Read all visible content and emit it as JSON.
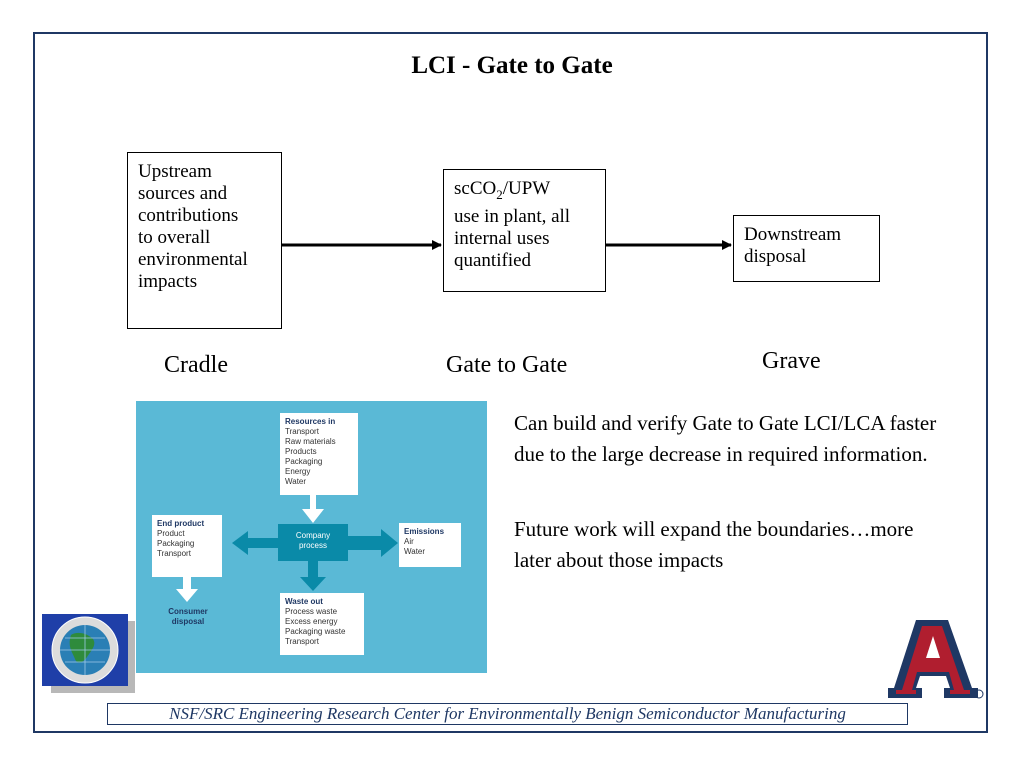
{
  "title": "LCI - Gate to Gate",
  "boxes": {
    "upstream": [
      "Upstream",
      "sources and",
      "contributions",
      "to overall",
      "environmental",
      "impacts"
    ],
    "plant": {
      "line1_prefix": "scCO",
      "line1_sub": "2",
      "line1_suffix": "/UPW",
      "lines": [
        "use in plant, all",
        "internal uses",
        "quantified"
      ]
    },
    "downstream": [
      "Downstream",
      "disposal"
    ]
  },
  "stages": {
    "cradle": "Cradle",
    "gate": "Gate to Gate",
    "grave": "Grave"
  },
  "flow": {
    "resources_title": "Resources in",
    "resources_items": [
      "Transport",
      "Raw materials",
      "Products",
      "Packaging",
      "Energy",
      "Water"
    ],
    "end_title": "End product",
    "end_items": [
      "Product",
      "Packaging",
      "Transport"
    ],
    "process_label": [
      "Company",
      "process"
    ],
    "emissions_title": "Emissions",
    "emissions_items": [
      "Air",
      "Water"
    ],
    "waste_title": "Waste out",
    "waste_items": [
      "Process waste",
      "Excess energy",
      "Packaging waste",
      "Transport"
    ],
    "consumer_label": [
      "Consumer",
      "disposal"
    ]
  },
  "text": {
    "para1": "Can build and verify Gate to Gate LCI/LCA faster due to the large decrease in required information.",
    "para2": "Future work will expand the boundaries…more later about those impacts"
  },
  "footer": "NSF/SRC Engineering Research Center for Environmentally Benign Semiconductor Manufacturing",
  "colors": {
    "frame": "#1f3864",
    "flow_bg": "#5ab9d6",
    "process": "#0a8aa8",
    "logo_red": "#b01e2f",
    "logo_navy": "#1f3864"
  }
}
